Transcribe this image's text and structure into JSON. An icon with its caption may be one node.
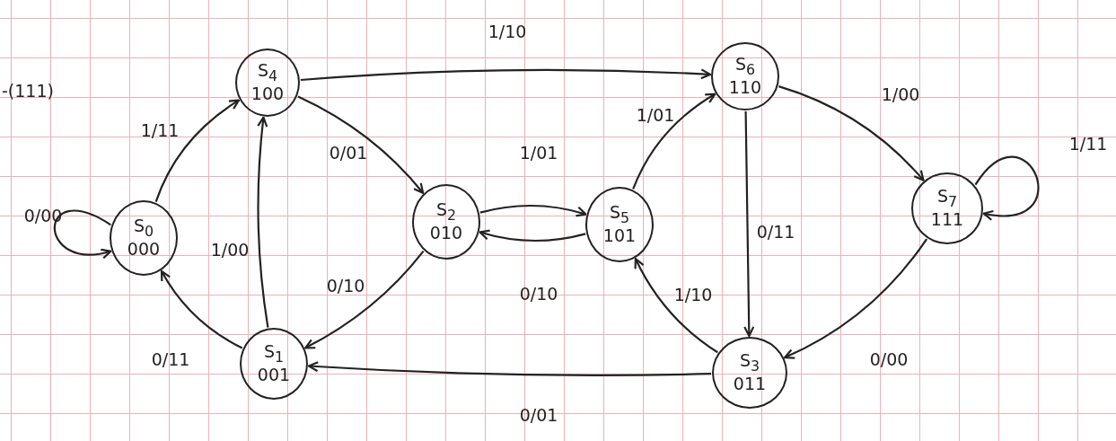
{
  "diagram": {
    "nodes": [
      {
        "text": [
          "S$_{0}$",
          "000"
        ]
      },
      {
        "text": [
          "S$_{4}$",
          "100"
        ]
      },
      {
        "text": [
          "S$_{1}$",
          "001"
        ]
      },
      {
        "text": [
          "S$_{2}$",
          "010"
        ]
      },
      {
        "text": [
          "S$_{5}$",
          "101"
        ]
      },
      {
        "text": [
          "S$_{6}$",
          "110"
        ]
      },
      {
        "text": [
          "S$_{3}$",
          "011"
        ]
      },
      {
        "text": [
          "S$_{7}$",
          "111"
        ]
      }
    ],
    "edges": [
      {
        "from": 0,
        "to": 0,
        "arrow": "to",
        "label": "0/00"
      },
      {
        "from": 0,
        "to": 1,
        "arrow": "to",
        "label": "1/11"
      },
      {
        "from": 1,
        "to": 5,
        "arrow": "to",
        "label": "1/10"
      },
      {
        "from": 1,
        "to": 3,
        "arrow": "to",
        "label": "0/01"
      },
      {
        "from": 2,
        "to": 1,
        "arrow": "to",
        "label": "1/00"
      },
      {
        "from": 2,
        "to": 0,
        "arrow": "to",
        "label": "0/11"
      },
      {
        "from": 3,
        "to": 2,
        "arrow": "to",
        "label": "0/10"
      },
      {
        "from": 3,
        "to": 4,
        "arrow": "to",
        "label": "1/01"
      },
      {
        "from": 4,
        "to": 3,
        "arrow": "to",
        "label": "0/10"
      },
      {
        "from": 4,
        "to": 5,
        "arrow": "to",
        "label": "1/01"
      },
      {
        "from": 5,
        "to": 7,
        "arrow": "to",
        "label": "1/00"
      },
      {
        "from": 5,
        "to": 6,
        "arrow": "to",
        "label": "0/11"
      },
      {
        "from": 7,
        "to": 7,
        "arrow": "to",
        "label": "1/11"
      },
      {
        "from": 7,
        "to": 6,
        "arrow": "to",
        "label": "0/00"
      },
      {
        "from": 6,
        "to": 4,
        "arrow": "to",
        "label": "1/10"
      },
      {
        "from": 6,
        "to": 2,
        "arrow": "to",
        "label": "0/01"
      }
    ],
    "labels": [
      "-(111)"
    ]
  }
}
